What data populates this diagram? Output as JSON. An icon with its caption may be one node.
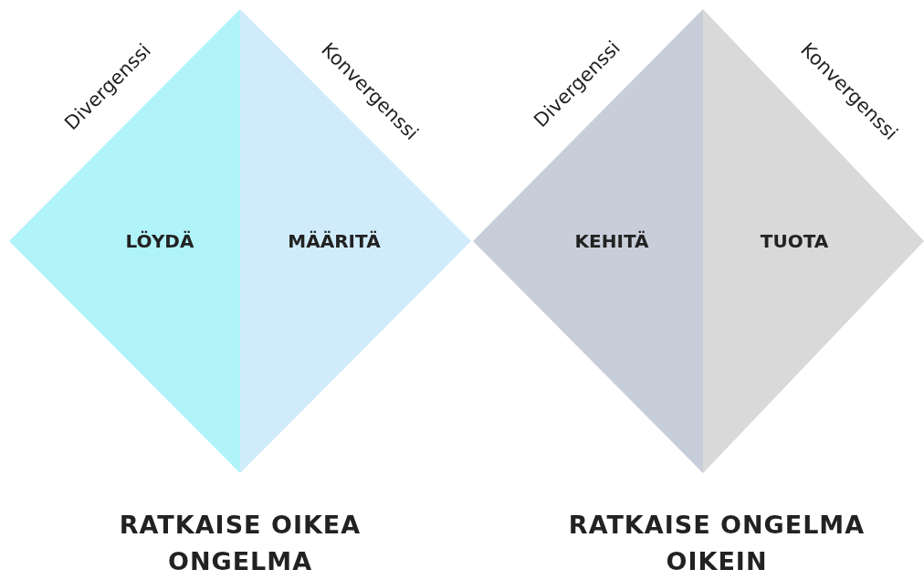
{
  "diagram": {
    "nodes": [
      {
        "text": [
          "LÖYDÄ"
        ]
      },
      {
        "text": [
          "MÄÄRITÄ"
        ]
      },
      {
        "text": [
          "KEHITÄ"
        ]
      },
      {
        "text": [
          "TUOTA"
        ]
      }
    ],
    "labels": [
      "Divergenssi",
      "Konvergenssi",
      "Divergenssi",
      "Konvergenssi",
      "RATKAISE OIKEA ONGELMA",
      "RATKAISE ONGELMA OIKEIN"
    ]
  }
}
